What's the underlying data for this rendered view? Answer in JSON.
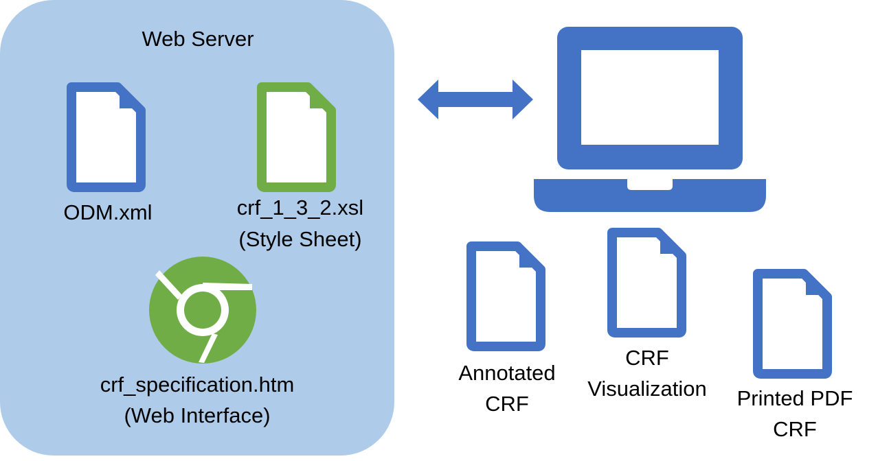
{
  "colors": {
    "server_panel": "#aecce9",
    "blue_icon": "#4472c4",
    "green_icon": "#70ad47",
    "white": "#ffffff",
    "text": "#000000"
  },
  "server": {
    "title": "Web Server",
    "odm_file": {
      "label": "ODM.xml",
      "icon": "document-icon",
      "color": "#4472c4"
    },
    "stylesheet_file": {
      "label_line1": "crf_1_3_2.xsl",
      "label_line2": "(Style Sheet)",
      "icon": "document-icon",
      "color": "#70ad47"
    },
    "web_interface": {
      "label_line1": "crf_specification.htm",
      "label_line2": "(Web Interface)",
      "icon": "chrome-browser-icon",
      "color": "#70ad47"
    }
  },
  "connection": {
    "icon": "double-arrow-icon",
    "color": "#4472c4"
  },
  "client": {
    "icon": "laptop-icon",
    "color": "#4472c4",
    "outputs": [
      {
        "line1": "Annotated",
        "line2": "CRF",
        "icon": "document-icon"
      },
      {
        "line1": "CRF",
        "line2": "Visualization",
        "icon": "document-icon"
      },
      {
        "line1": "Printed PDF",
        "line2": "CRF",
        "icon": "document-icon"
      }
    ]
  }
}
